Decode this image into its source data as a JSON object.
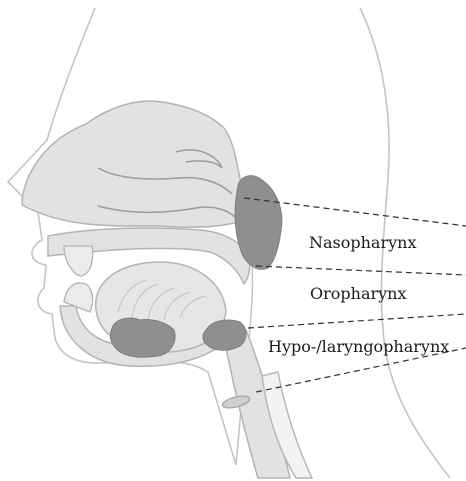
{
  "figure": {
    "labels": {
      "nasopharynx": "Nasopharynx",
      "oropharynx": "Oropharynx",
      "hypopharynx": "Hypo-/laryngopharynx"
    }
  },
  "colors": {
    "outline": "#c4c4c4",
    "tissue_fill": "#e2e2e2",
    "highlight": "#8f8f8f",
    "leader_line": "#333333",
    "label_text": "#1a1a1a",
    "background": "#ffffff"
  }
}
